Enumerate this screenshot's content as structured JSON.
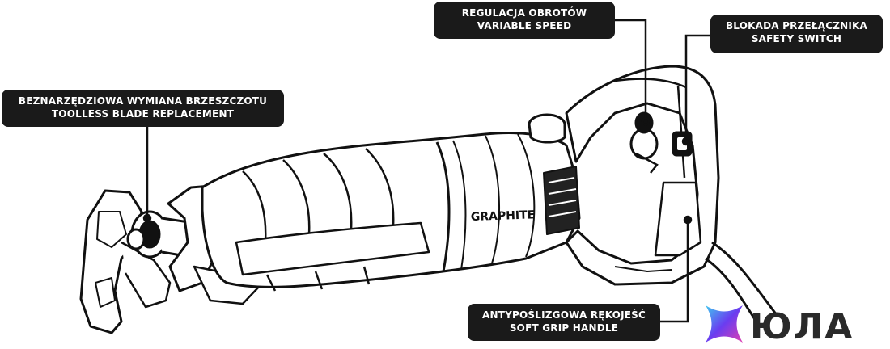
{
  "callouts": {
    "blade": {
      "line1": "BEZNARZĘDZIOWA WYMIANA BRZESZCZOTU",
      "line2": "TOOLLESS BLADE REPLACEMENT"
    },
    "speed": {
      "line1": "REGULACJA OBROTÓW",
      "line2": "VARIABLE SPEED"
    },
    "safety": {
      "line1": "BLOKADA PRZEŁĄCZNIKA",
      "line2": "SAFETY SWITCH"
    },
    "grip": {
      "line1": "ANTYPOŚLIZGOWA RĘKOJEŚĆ",
      "line2": "SOFT GRIP HANDLE"
    }
  },
  "product": {
    "brand_label": "GRAPHITE"
  },
  "watermark": {
    "text": "ЮЛА"
  },
  "colors": {
    "callout_bg": "#1a1a1a",
    "callout_text": "#ffffff",
    "line": "#111111",
    "logo_gradient": [
      "#6a3df0",
      "#e040b0",
      "#40c8f0"
    ]
  }
}
